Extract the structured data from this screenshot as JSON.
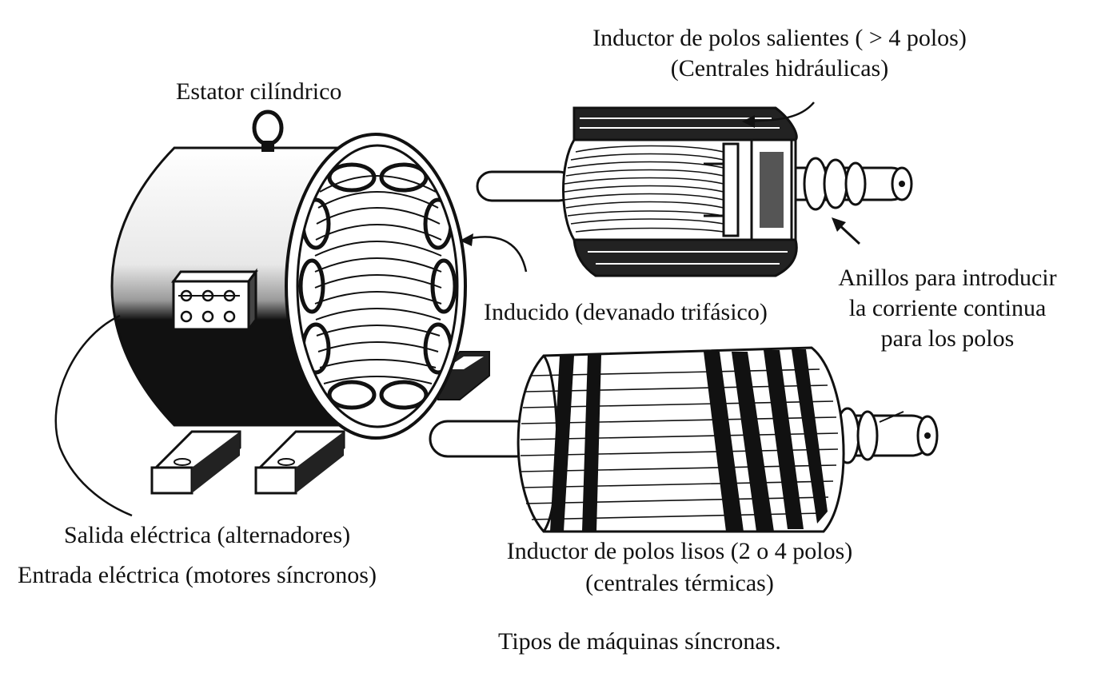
{
  "labels": {
    "stator": "Estator cilíndrico",
    "salient_title": "Inductor de polos salientes ( > 4 polos)",
    "salient_sub": "(Centrales hidráulicas)",
    "armature": "Inducido (devanado trifásico)",
    "rings_1": "Anillos para introducir",
    "rings_2": "la corriente continua",
    "rings_3": "para los polos",
    "output": "Salida eléctrica (alternadores)",
    "input": "Entrada eléctrica (motores síncronos)",
    "smooth_title": "Inductor de polos lisos (2 o 4 polos)",
    "smooth_sub": "(centrales térmicas)",
    "caption": "Tipos de máquinas síncronas."
  },
  "colors": {
    "ink": "#111111",
    "paper": "#ffffff"
  }
}
